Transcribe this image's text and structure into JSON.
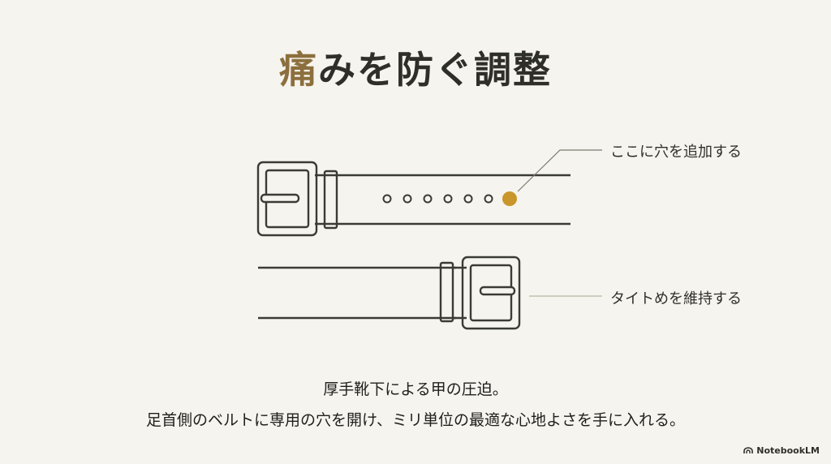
{
  "title": {
    "first_char": "痛",
    "rest": "みを防ぐ調整"
  },
  "callouts": {
    "top": "ここに穴を追加する",
    "bottom": "タイトめを維持する"
  },
  "body": {
    "line1": "厚手靴下による甲の圧迫。",
    "line2": "足首側のベルトに専用の穴を開け、ミリ単位の最適な心地よさを手に入れる。"
  },
  "brand": {
    "name": "NotebookLM"
  },
  "colors": {
    "accent": "#c9962b",
    "line": "#3b3b36",
    "title_gradient_start": "#8c6f3e"
  },
  "diagram": {
    "existing_holes_count": 6,
    "new_hole_highlight": true
  }
}
